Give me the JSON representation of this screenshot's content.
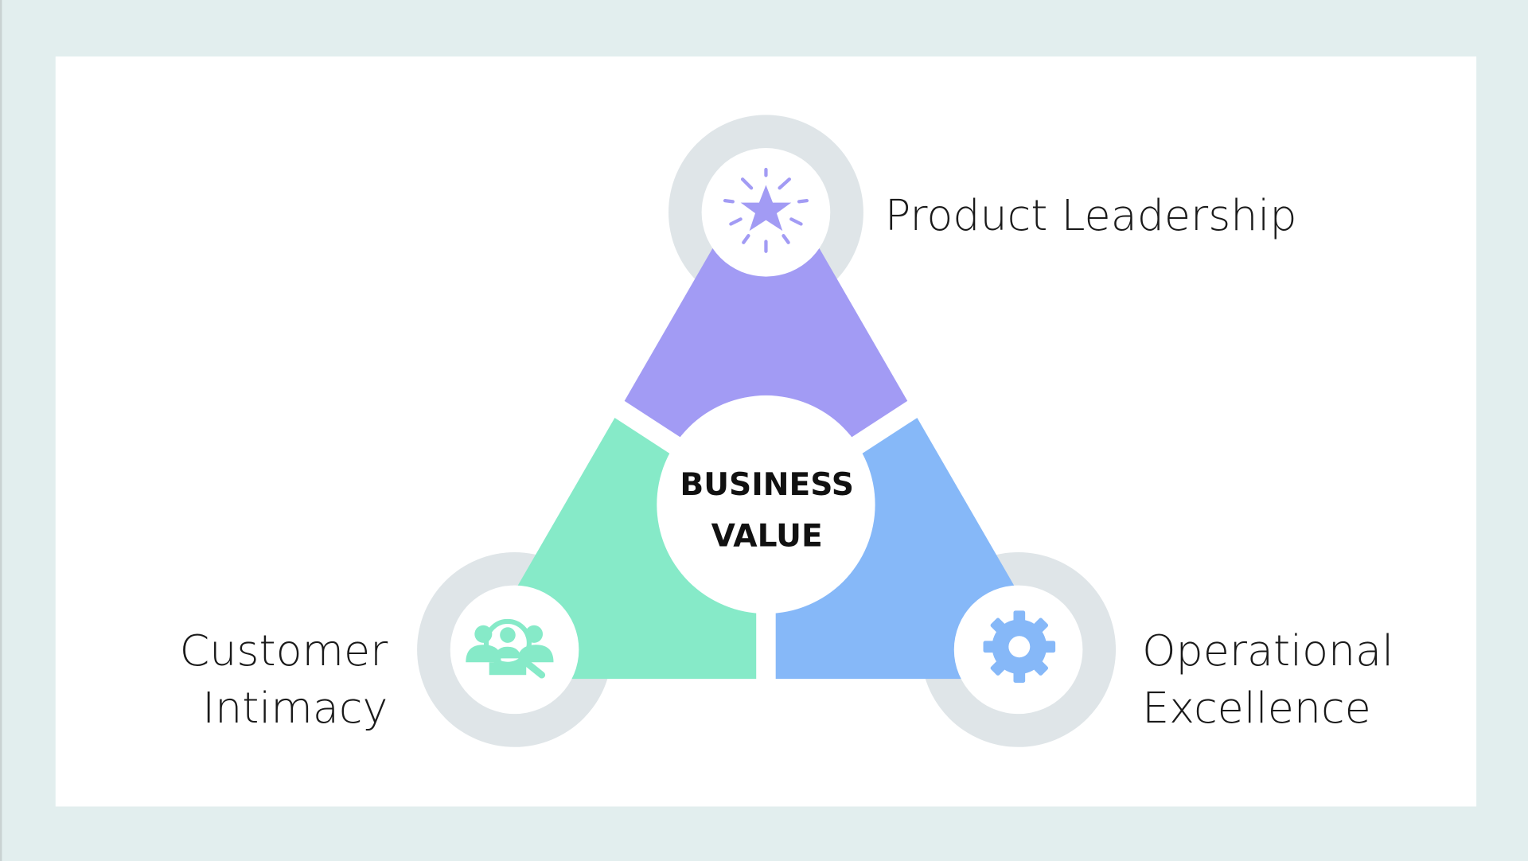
{
  "diagram": {
    "center": {
      "line1": "BUSINESS",
      "line2": "VALUE"
    },
    "nodes": [
      {
        "label": "Product Leadership",
        "icon": "star-burst-icon",
        "color": "#a29bf4"
      },
      {
        "label_line1": "Customer",
        "label_line2": "Intimacy",
        "icon": "people-search-icon",
        "color": "#86eac8"
      },
      {
        "label_line1": "Operational",
        "label_line2": "Excellence",
        "icon": "gear-icon",
        "color": "#86b8f8"
      }
    ],
    "ring_color": "#dfe5e8",
    "background": "#e2eeee"
  }
}
